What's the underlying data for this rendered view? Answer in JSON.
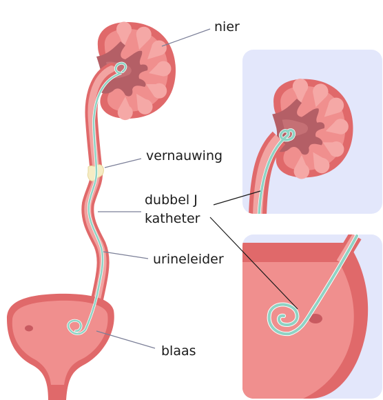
{
  "labels": {
    "kidney": "nier",
    "stricture": "vernauwing",
    "stent_line1": "dubbel J",
    "stent_line2": "katheter",
    "ureter": "urineleider",
    "bladder": "blaas"
  },
  "colors": {
    "panel_background": "#e3e7fb",
    "organ_outer": "#e0696a",
    "organ_inner": "#f08f8e",
    "kidney_pyramid": "#f5a8a6",
    "kidney_calyx": "#b45f66",
    "ureter_tissue": "#f2a4a2",
    "catheter": "#8fd3c4",
    "stricture": "#f6ecc4",
    "leader_line": "#7b7f98"
  },
  "icons": [
    "kidney-illustration",
    "ureter-illustration",
    "bladder-illustration",
    "double-j-catheter-illustration"
  ]
}
